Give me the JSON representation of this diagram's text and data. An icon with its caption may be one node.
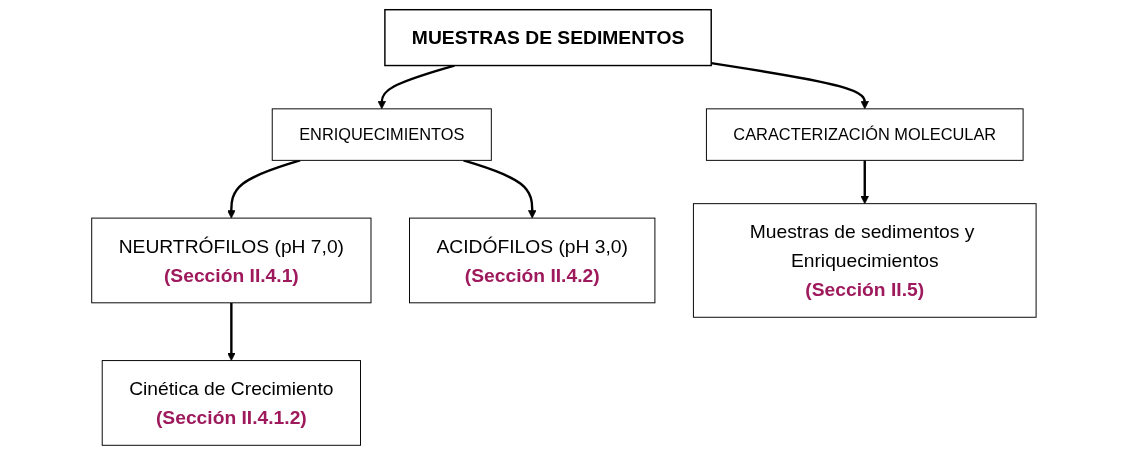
{
  "diagram": {
    "nodes": [
      {
        "text": [
          "MUESTRAS DE SEDIMENTOS"
        ]
      },
      {
        "text": [
          "ENRIQUECIMIENTOS"
        ]
      },
      {
        "text": [
          "CARACTERIZACIÓN MOLECULAR"
        ]
      },
      {
        "text": [
          "NEURTRÓFILOS (pH 7,0)",
          "(Sección II.4.1)"
        ]
      },
      {
        "text": [
          "ACIDÓFILOS (pH 3,0)",
          "(Sección II.4.2)"
        ]
      },
      {
        "text": [
          "Muestras de sedimentos y Enriquecimientos",
          "(Sección II.5)"
        ]
      },
      {
        "text": [
          "Cinética de Crecimiento",
          "(Sección II.4.1.2)"
        ]
      }
    ],
    "edges": [
      {
        "from": 0,
        "to": 1,
        "arrow": "to"
      },
      {
        "from": 0,
        "to": 2,
        "arrow": "to"
      },
      {
        "from": 1,
        "to": 3,
        "arrow": "to"
      },
      {
        "from": 1,
        "to": 4,
        "arrow": "to"
      },
      {
        "from": 3,
        "to": 6,
        "arrow": "to"
      },
      {
        "from": 2,
        "to": 5,
        "arrow": "to"
      }
    ]
  }
}
